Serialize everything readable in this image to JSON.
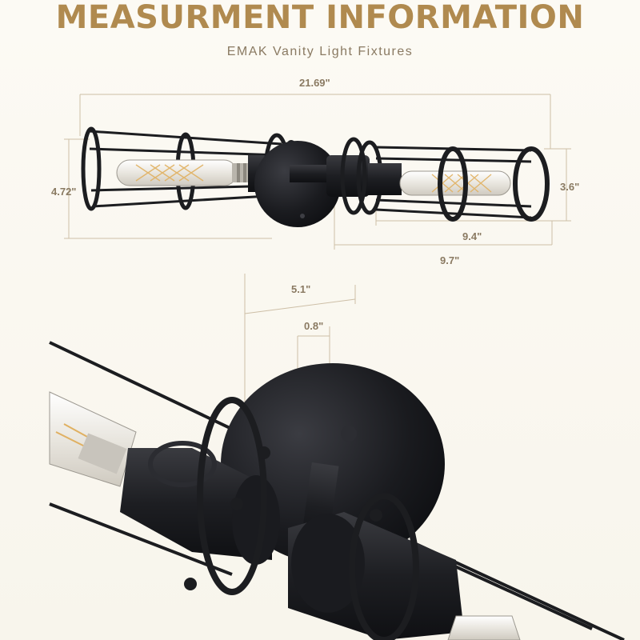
{
  "heading": {
    "title": "MEASURMENT INFORMATION",
    "subtitle": "EMAK Vanity Light Fixtures"
  },
  "dimensions": {
    "overall_length": "21.69\"",
    "height": "4.72\"",
    "cage_diameter": "3.6\"",
    "arm_length": "9.4\"",
    "half_length": "9.7\"",
    "base_diameter": "5.1\"",
    "base_depth": "0.8\""
  },
  "colors": {
    "title": "#b08a4f",
    "dimension_lines": "#c9b79a",
    "fixture": "#1c1d20",
    "background": "#fbf9f2"
  }
}
